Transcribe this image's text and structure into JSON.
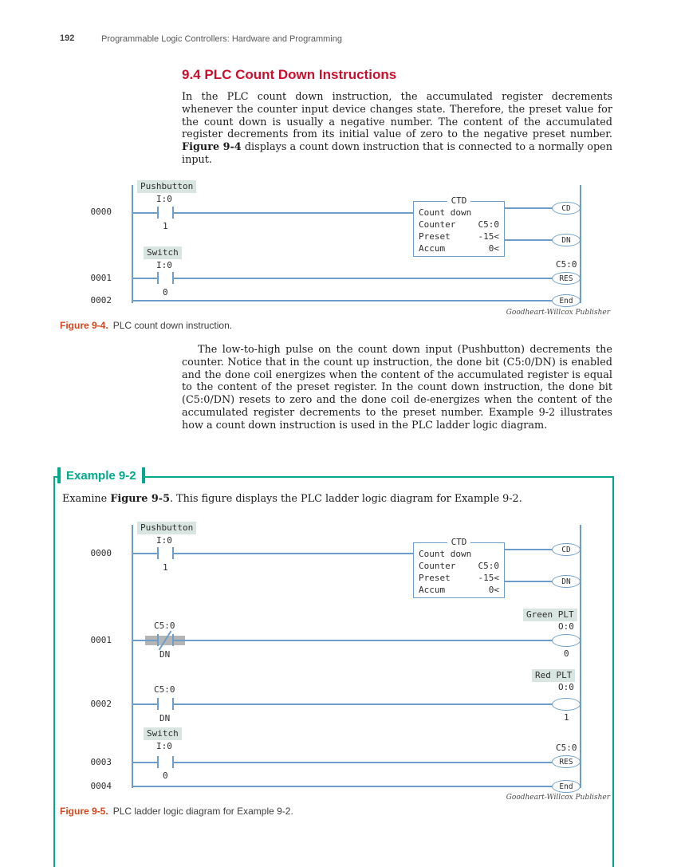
{
  "header": {
    "page_number": "192",
    "running_title": "Programmable Logic Controllers: Hardware and Programming"
  },
  "section": {
    "title": "9.4 PLC Count Down Instructions",
    "para1_a": "In the PLC count down instruction, the accumulated register decrements whenever the counter input device changes state. Therefore, the preset value for the count down is usually a negative number. The content of the accumulated register decrements from its initial value of zero to the negative preset number. ",
    "para1_bold": "Figure 9-4",
    "para1_b": " displays a count down instruction that is connected to a normally open input.",
    "para2": "The low-to-high pulse on the count down input (Pushbutton) decrements the counter. Notice that in the count up instruction, the done bit (C5:0/DN) is enabled and the done coil energizes when the content of the accumulated register is equal to the content of the preset register. In the count down instruction, the done bit (C5:0/DN) resets to zero and the done coil de-energizes when the content of the accumulated register decrements to the preset number. Example 9-2 illustrates how a count down instruction is used in the PLC ladder logic diagram."
  },
  "fig94": {
    "rung_numbers": [
      "0000",
      "0001",
      "0002"
    ],
    "pushbutton": {
      "label": "Pushbutton",
      "address": "I:0",
      "bit": "1"
    },
    "switch": {
      "label": "Switch",
      "address": "I:0",
      "bit": "0"
    },
    "ctd": {
      "title": "CTD",
      "row1": "Count down",
      "counter_label": "Counter",
      "counter_value": "C5:0",
      "preset_label": "Preset",
      "preset_value": "-15<",
      "accum_label": "Accum",
      "accum_value": "0<"
    },
    "cd_coil": "CD",
    "dn_coil": "DN",
    "res": {
      "address": "C5:0",
      "label": "RES"
    },
    "end_coil": "End",
    "credit": "Goodheart-Willcox Publisher",
    "caption": {
      "label": "Figure 9-4.",
      "text": "PLC count down instruction."
    }
  },
  "example": {
    "title": "Example 9-2",
    "intro_a": "Examine ",
    "intro_bold": "Figure 9-5",
    "intro_b": ". This figure displays the PLC ladder logic diagram for Example 9-2."
  },
  "fig95": {
    "rung_numbers": [
      "0000",
      "0001",
      "0002",
      "0003",
      "0004"
    ],
    "pushbutton": {
      "label": "Pushbutton",
      "address": "I:0",
      "bit": "1"
    },
    "ctd": {
      "title": "CTD",
      "row1": "Count down",
      "counter_label": "Counter",
      "counter_value": "C5:0",
      "preset_label": "Preset",
      "preset_value": "-15<",
      "accum_label": "Accum",
      "accum_value": "0<"
    },
    "cd_coil": "CD",
    "dn_coil": "DN",
    "nc_contact": {
      "address": "C5:0",
      "bit": "DN"
    },
    "green_plt": {
      "label": "Green PLT",
      "address": "O:0",
      "bit": "0"
    },
    "no_contact": {
      "address": "C5:0",
      "bit": "DN"
    },
    "red_plt": {
      "label": "Red PLT",
      "address": "O:0",
      "bit": "1"
    },
    "switch": {
      "label": "Switch",
      "address": "I:0",
      "bit": "0"
    },
    "res": {
      "address": "C5:0",
      "label": "RES"
    },
    "end_coil": "End",
    "credit": "Goodheart-Willcox Publisher",
    "caption": {
      "label": "Figure 9-5.",
      "text": "PLC ladder logic diagram for Example 9-2."
    }
  },
  "colors": {
    "accent_red": "#c8102e",
    "caption_orange": "#d3481e",
    "example_teal": "#00a98c",
    "ladder_blue": "#6e9dc9",
    "tag_background": "#d9e5e0"
  }
}
